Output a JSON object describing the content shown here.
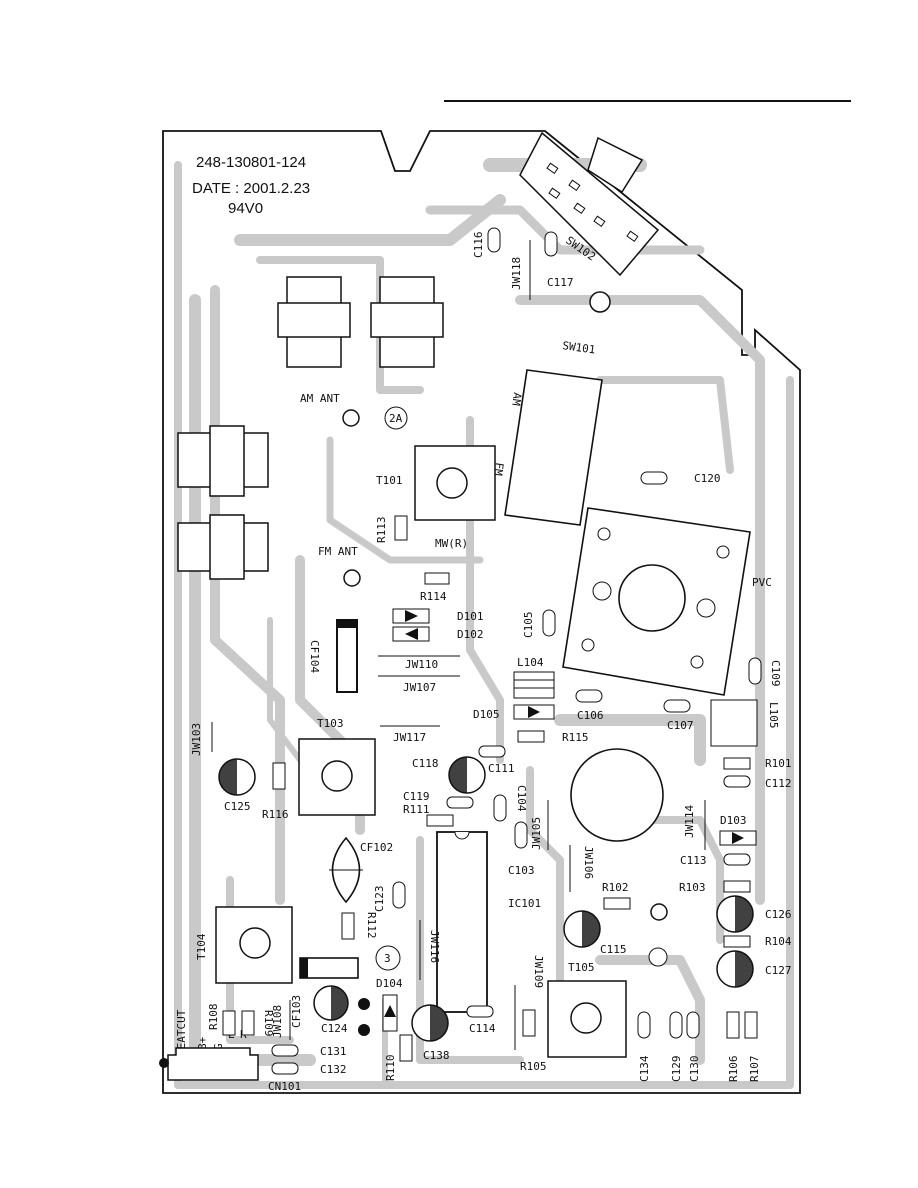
{
  "colors": {
    "trace": "#c9c9c9",
    "ink": "#111111",
    "paper": "#ffffff"
  },
  "board": {
    "part_number": "248-130801-124",
    "date_line": "DATE : 2001.2.23",
    "rating": "94V0"
  },
  "labels": {
    "SW102": "SW102",
    "SW101": "SW101",
    "AM_ANT": "AM ANT",
    "FM_ANT": "FM ANT",
    "AM": "AM",
    "FM": "FM",
    "T101": "T101",
    "MW": "MW(R)",
    "R113": "R113",
    "R114": "R114",
    "C116": "C116",
    "C117": "C117",
    "JW118": "JW118",
    "C120": "C120",
    "PVC": "PVC",
    "D101": "D101",
    "D102": "D102",
    "CF104": "CF104",
    "JW110": "JW110",
    "JW107": "JW107",
    "C105": "C105",
    "L104": "L104",
    "D105": "D105",
    "C106": "C106",
    "C107": "C107",
    "C109": "C109",
    "L105": "L105",
    "R115": "R115",
    "JW117": "JW117",
    "T103": "T103",
    "JW103": "JW103",
    "C125": "C125",
    "R116": "R116",
    "C118": "C118",
    "C111": "C111",
    "C119": "C119",
    "R111": "R111",
    "C104": "C104",
    "JW105": "JW105",
    "R101": "R101",
    "C112": "C112",
    "JW114": "JW114",
    "D103": "D103",
    "C113": "C113",
    "CF102": "CF102",
    "C103": "C103",
    "JW106": "JW106",
    "IC101": "IC101",
    "C123": "C123",
    "R112": "R112",
    "JW116": "JW116",
    "R102": "R102",
    "R103": "R103",
    "C126": "C126",
    "R104": "R104",
    "C115": "C115",
    "C127": "C127",
    "T104": "T104",
    "T105": "T105",
    "JW109": "JW109",
    "D104": "D104",
    "CF103": "CF103",
    "C124": "C124",
    "C114": "C114",
    "C138": "C138",
    "R110": "R110",
    "R105": "R105",
    "C134": "C134",
    "C129": "C129",
    "C130": "C130",
    "R106": "R106",
    "R107": "R107",
    "BEATCUT": "BEATCUT",
    "BPLUS": "B+",
    "G": "G",
    "L": "L",
    "R": "R",
    "R108": "R108",
    "R109": "R109",
    "JW108": "JW108",
    "C131": "C131",
    "C132": "C132",
    "CN101": "CN101",
    "M2A": "2A",
    "M3": "3"
  }
}
